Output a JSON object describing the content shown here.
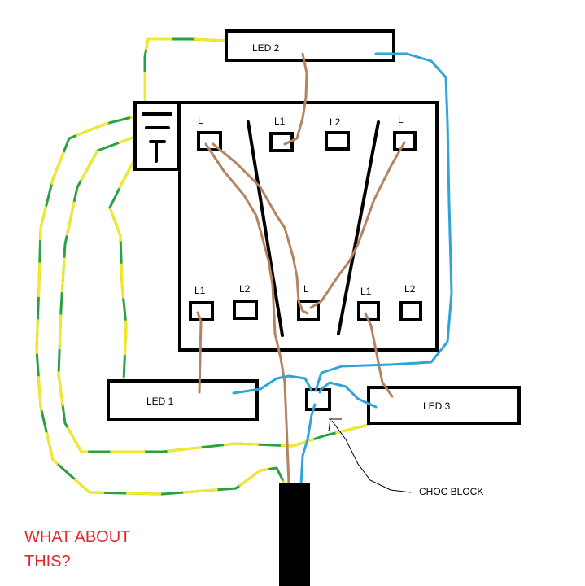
{
  "leds": {
    "led1": "LED 1",
    "led2": "LED 2",
    "led3": "LED 3"
  },
  "switch": {
    "top_terminals": [
      "L",
      "L1",
      "L2",
      "L"
    ],
    "bottom_terminals": [
      "L1",
      "L2",
      "L",
      "L1",
      "L2"
    ]
  },
  "annotation": {
    "choc_block": "CHOC BLOCK"
  },
  "question": {
    "line1": "WHAT ABOUT",
    "line2": "THIS?"
  },
  "colors": {
    "live": "#b5835f",
    "neutral": "#2ea4d8",
    "earth_green": "#2aa043",
    "earth_yellow": "#f5e829",
    "question": "#e8242b"
  }
}
